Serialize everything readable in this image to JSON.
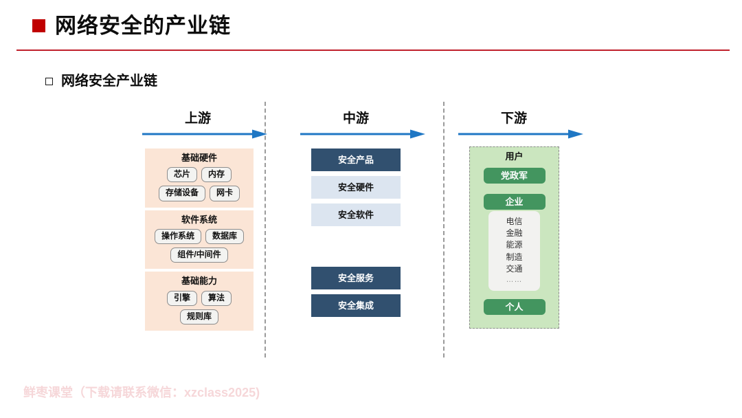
{
  "slide": {
    "title": "网络安全的产业链",
    "subtitle": "网络安全产业链",
    "watermark": "鲜枣课堂（下载请联系微信：xzclass2025)",
    "accent_red": "#c00000",
    "rule_red": "#c0202b",
    "arrow_blue": "#1f77c4"
  },
  "columns": {
    "upstream_header": "上游",
    "midstream_header": "中游",
    "downstream_header": "下游"
  },
  "upstream": {
    "panel_color": "#fbe5d6",
    "groups": [
      {
        "title": "基础硬件",
        "rows": [
          [
            "芯片",
            "内存"
          ],
          [
            "存储设备",
            "网卡"
          ]
        ]
      },
      {
        "title": "软件系统",
        "rows": [
          [
            "操作系统",
            "数据库"
          ],
          [
            "组件/中间件"
          ]
        ]
      },
      {
        "title": "基础能力",
        "rows": [
          [
            "引擎",
            "算法"
          ],
          [
            "规则库"
          ]
        ]
      }
    ]
  },
  "midstream": {
    "dark_color": "#31506f",
    "light_color": "#dce5f0",
    "boxes_top": [
      {
        "label": "安全产品",
        "style": "dark"
      },
      {
        "label": "安全硬件",
        "style": "light"
      },
      {
        "label": "安全软件",
        "style": "light"
      }
    ],
    "boxes_bottom": [
      {
        "label": "安全服务",
        "style": "dark"
      },
      {
        "label": "安全集成",
        "style": "dark"
      }
    ]
  },
  "downstream": {
    "panel_color": "#cbe6bf",
    "pill_color": "#43955f",
    "title": "用户",
    "gov_label": "党政军",
    "enterprise_label": "企业",
    "enterprise_items": [
      "电信",
      "金融",
      "能源",
      "制造",
      "交通",
      "……"
    ],
    "person_label": "个人"
  }
}
